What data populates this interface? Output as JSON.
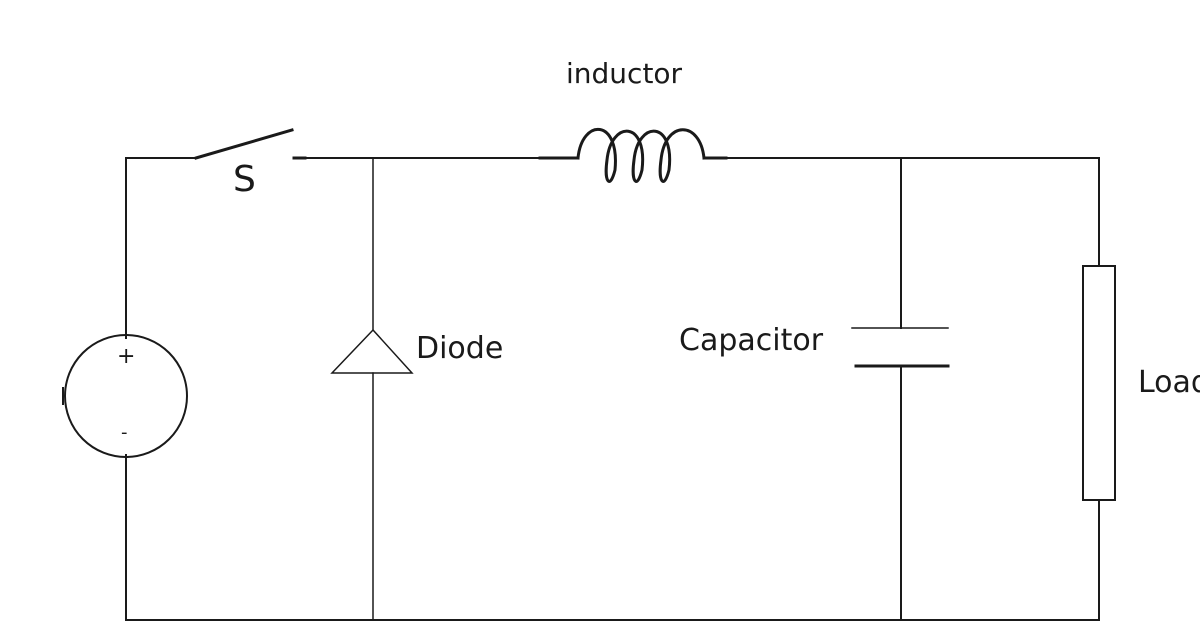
{
  "labels": {
    "inductor": "inductor",
    "switch": "S",
    "diode": "Diode",
    "capacitor": "Capacitor",
    "load": "Load",
    "source_positive": "+",
    "source_negative": "-"
  },
  "colors": {
    "wire": "#1a1a1a",
    "background": "#ffffff"
  }
}
